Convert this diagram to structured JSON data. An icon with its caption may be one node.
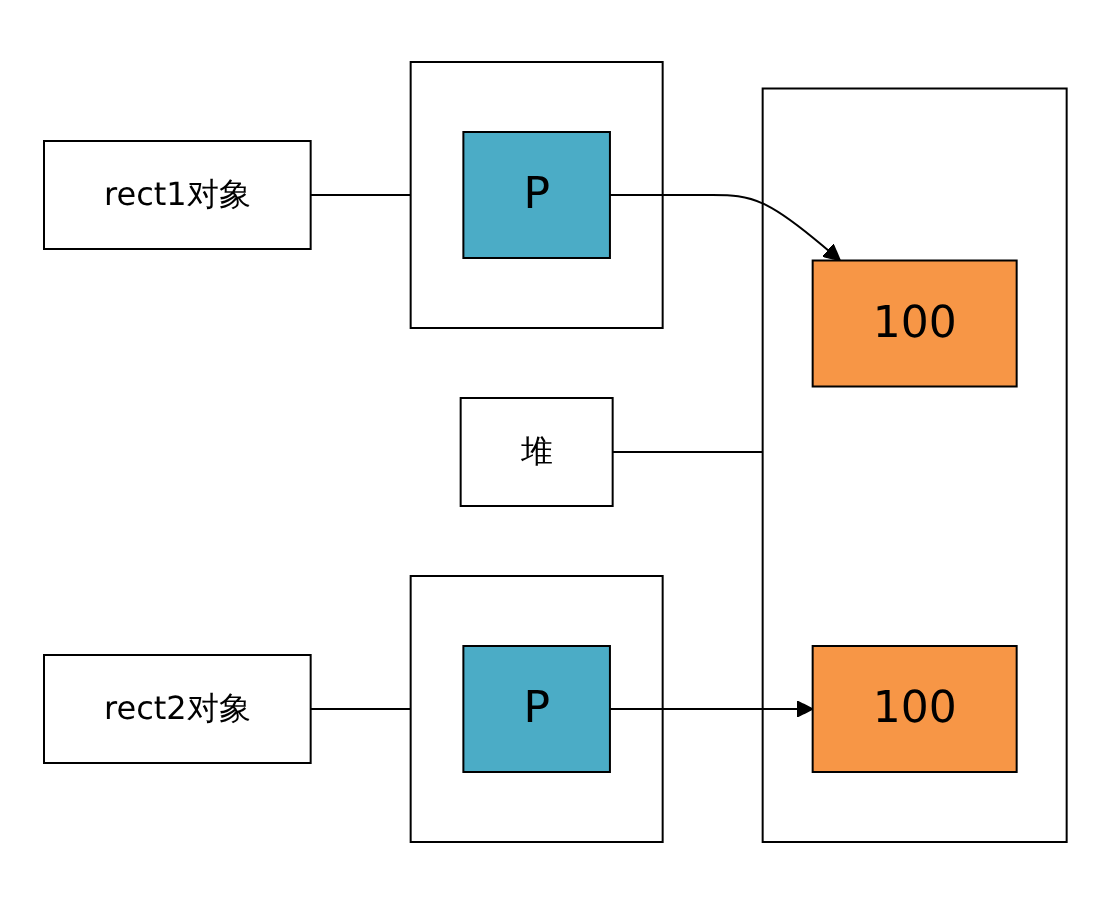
{
  "diagram": {
    "nodes": [
      {
        "text": [
          "rect1对象"
        ]
      },
      {
        "text": [],
        "shape": "box"
      },
      {
        "text": [
          "P"
        ],
        "in": 1
      },
      {
        "text": [
          "堆"
        ]
      },
      {
        "text": [],
        "shape": "box"
      },
      {
        "text": [
          "100"
        ],
        "in": 4
      },
      {
        "text": [
          "100"
        ],
        "in": 4
      },
      {
        "text": [],
        "shape": "box"
      },
      {
        "text": [
          "P"
        ],
        "in": 7
      },
      {
        "text": [
          "rect2对象"
        ]
      }
    ],
    "edges": [
      {
        "from": 0,
        "to": 1,
        "arrow": "none"
      },
      {
        "from": 2,
        "to": 5,
        "arrow": "to"
      },
      {
        "from": 3,
        "to": 4,
        "arrow": "none"
      },
      {
        "from": 8,
        "to": 6,
        "arrow": "to"
      },
      {
        "from": 9,
        "to": 7,
        "arrow": "none"
      }
    ]
  }
}
